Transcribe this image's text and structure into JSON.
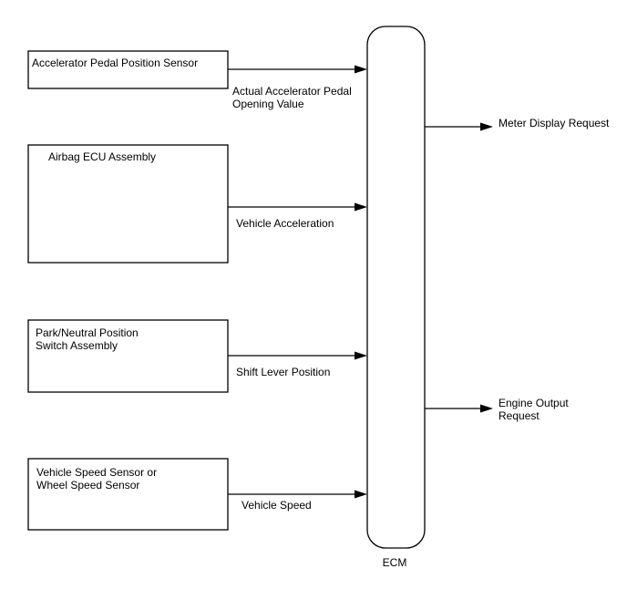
{
  "diagram": {
    "inputs": [
      {
        "name": "Accelerator Pedal Position Sensor",
        "signal": [
          "Actual Accelerator Pedal",
          "Opening Value"
        ]
      },
      {
        "name": "Airbag ECU Assembly",
        "signal": [
          "Vehicle Acceleration"
        ]
      },
      {
        "name": [
          "Park/Neutral Position",
          "Switch Assembly"
        ],
        "signal": [
          "Shift Lever Position"
        ]
      },
      {
        "name": [
          "Vehicle Speed Sensor or",
          "Wheel Speed Sensor"
        ],
        "signal": [
          "Vehicle Speed"
        ]
      }
    ],
    "ecm": {
      "label": "ECM"
    },
    "outputs": [
      {
        "label": [
          "Meter Display Request"
        ]
      },
      {
        "label": [
          "Engine Output",
          "Request"
        ]
      }
    ]
  }
}
